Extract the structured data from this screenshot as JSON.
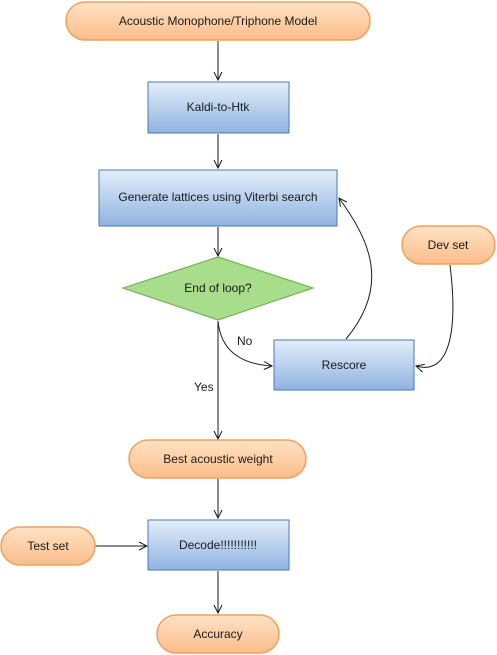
{
  "colors": {
    "terminal_fill_top": "#ffe2c4",
    "terminal_fill_bottom": "#fbbd8a",
    "terminal_stroke": "#f0a060",
    "process_fill_top": "#e3eefa",
    "process_fill_bottom": "#8fb3e0",
    "process_stroke": "#4a7ab8",
    "decision_fill": "#a8dd8c",
    "decision_stroke": "#76b556",
    "edge": "#1a1a1a"
  },
  "nodes": {
    "acoustic_model": "Acoustic Monophone/Triphone Model",
    "kaldi_to_htk": "Kaldi-to-Htk",
    "generate_lattices": "Generate lattices using Viterbi search",
    "end_of_loop": "End of loop?",
    "rescore": "Rescore",
    "dev_set": "Dev set",
    "best_weight": "Best acoustic weight",
    "decode": "Decode!!!!!!!!!!!",
    "test_set": "Test set",
    "accuracy": "Accuracy"
  },
  "edge_labels": {
    "no": "No",
    "yes": "Yes"
  }
}
